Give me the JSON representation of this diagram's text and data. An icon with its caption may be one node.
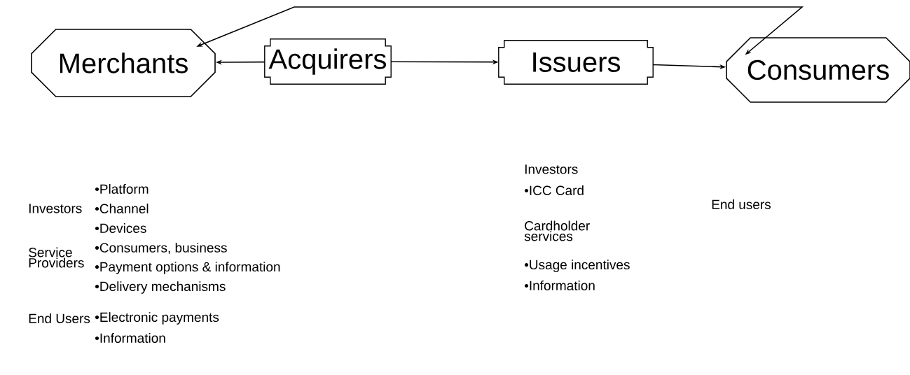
{
  "diagram": {
    "nodes": [
      {
        "text": [
          "Merchants"
        ]
      },
      {
        "text": [
          "Acquirers"
        ]
      },
      {
        "text": [
          "Issuers"
        ]
      },
      {
        "text": [
          "Consumers"
        ]
      }
    ],
    "edges": [
      {
        "from": 1,
        "to": 0,
        "arrow": "to"
      },
      {
        "from": 1,
        "to": 2,
        "arrow": "to"
      },
      {
        "from": 2,
        "to": 3,
        "arrow": "to"
      },
      {
        "from": 0,
        "to": 3,
        "arrow": "both"
      }
    ],
    "labels": [
      "Investors",
      "•Platform",
      "•Channel",
      "•Devices",
      "Service Providers",
      "•Consumers, business",
      "•Payment options & information",
      "•Delivery mechanisms",
      "End Users",
      "•Electronic payments",
      "•Information",
      "Investors",
      "•ICC Card",
      "Cardholder services",
      "•Usage incentives",
      "•Information",
      "End users"
    ]
  }
}
